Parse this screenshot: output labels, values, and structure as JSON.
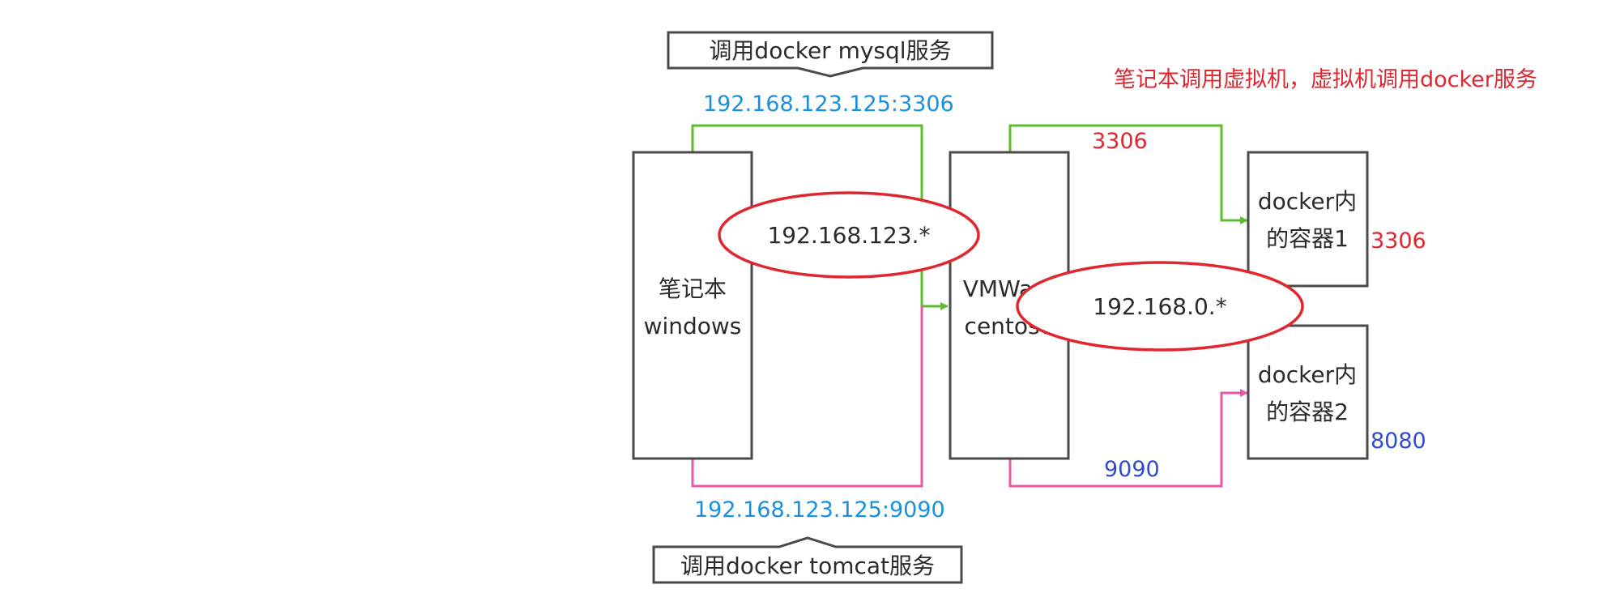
{
  "callout_mysql": "调用docker mysql服务",
  "callout_tomcat": "调用docker tomcat服务",
  "ip_mysql": "192.168.123.125:3306",
  "ip_tomcat": "192.168.123.125:9090",
  "laptop": {
    "line1": "笔记本",
    "line2": "windows"
  },
  "vm": {
    "line1": "VMWare",
    "line2": "centos7"
  },
  "container1": {
    "line1": "docker内",
    "line2": "的容器1",
    "port": "3306"
  },
  "container2": {
    "line1": "docker内",
    "line2": "的容器2",
    "port": "8080"
  },
  "subnet_host": "192.168.123.*",
  "subnet_vm": "192.168.0.*",
  "port_vm_mysql": "3306",
  "port_vm_tomcat": "9090",
  "note": "笔记本调用虚拟机，虚拟机调用docker服务",
  "colors": {
    "green": "#5cbf2a",
    "pink": "#e85aa6",
    "red": "#e0262f",
    "blue": "#1a8fde",
    "navy": "#2f4ccf",
    "box_stroke": "#4a4a4a"
  }
}
